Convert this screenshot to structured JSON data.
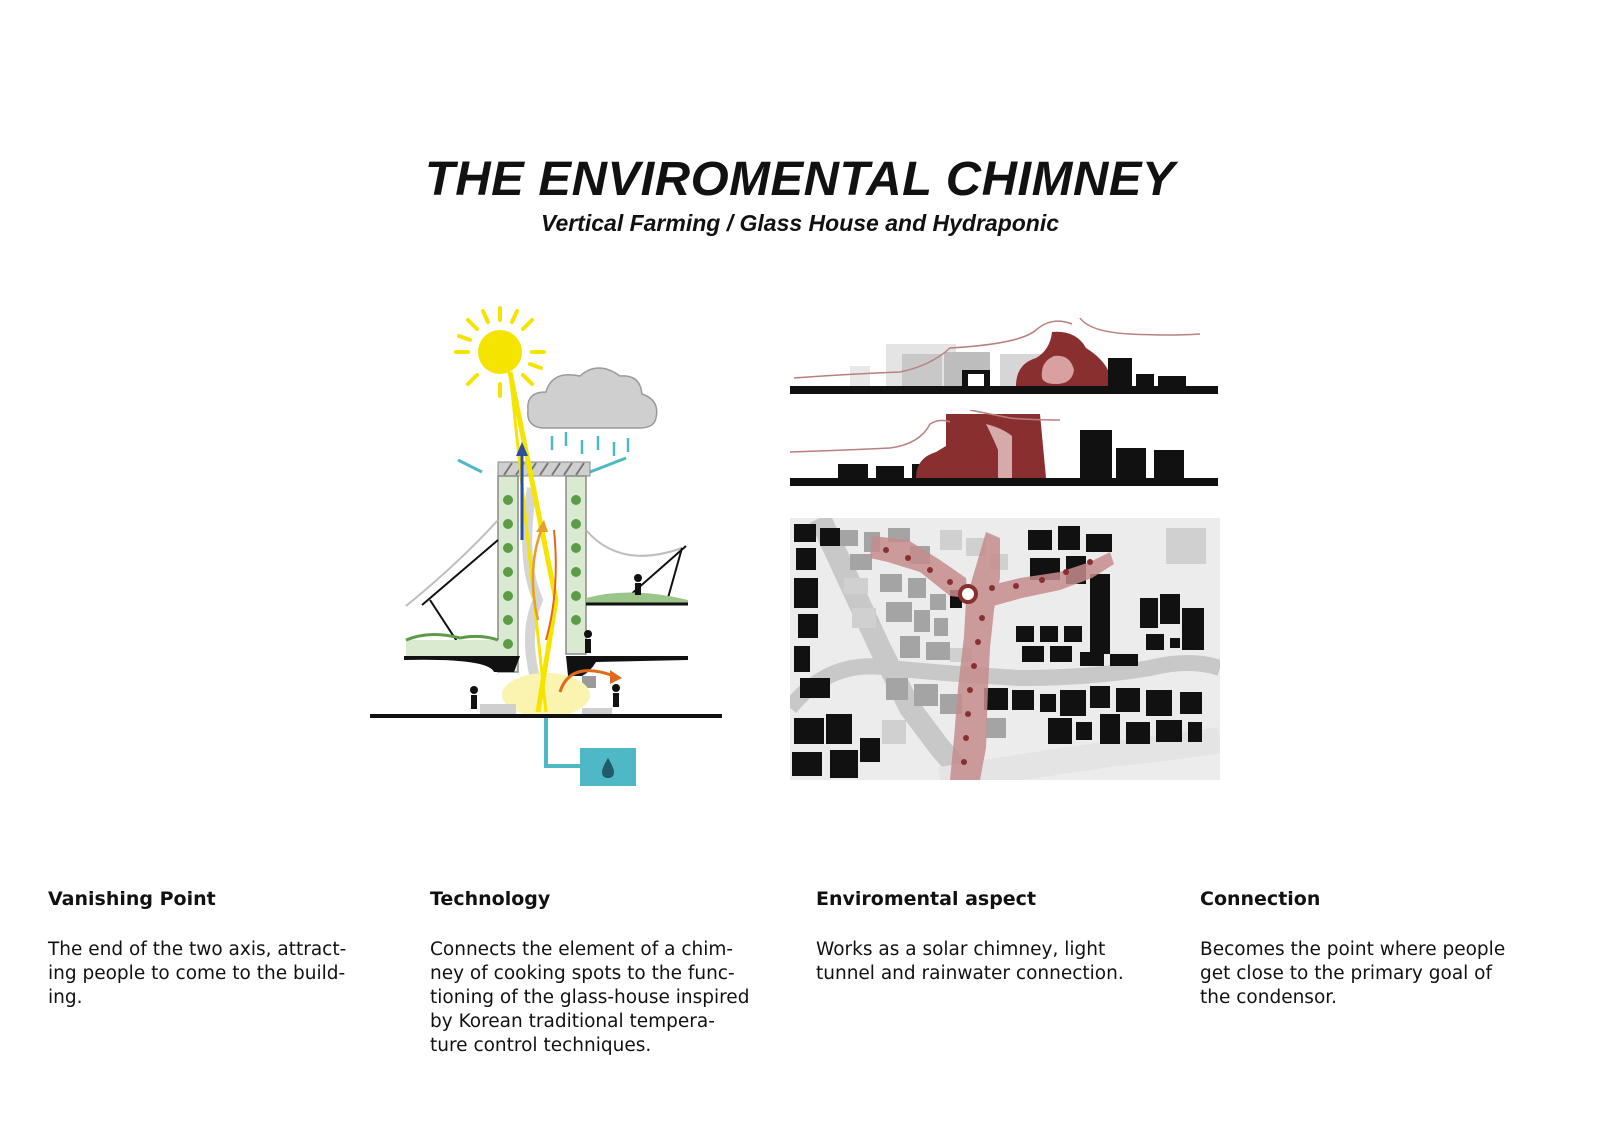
{
  "header": {
    "title": "THE ENVIROMENTAL CHIMNEY",
    "subtitle": "Vertical Farming / Glass House and Hydraponic"
  },
  "colors": {
    "sun": "#f5e400",
    "water": "#4fb8c6",
    "highlight": "#8a2f30",
    "greenery": "#5c9c48",
    "blue_arrow": "#2b4fa0",
    "orange_arrow": "#e06a1c"
  },
  "icons": [
    "sun-icon",
    "cloud-icon",
    "rain-icon",
    "water-drop-icon",
    "person-icon"
  ],
  "columns": [
    {
      "heading": "Vanishing Point",
      "lines": [
        "The end of the two axis, attract-",
        "ing people to come to the build-",
        "ing."
      ]
    },
    {
      "heading": "Technology",
      "lines": [
        "Connects the element of a chim-",
        "ney of cooking spots to the func-",
        "tioning of the glass-house inspired",
        "by Korean traditional tempera-",
        "ture control techniques."
      ]
    },
    {
      "heading": "Enviromental aspect",
      "lines": [
        "Works as a solar chimney, light",
        "tunnel and rainwater connection."
      ]
    },
    {
      "heading": "Connection",
      "lines": [
        "Becomes the point where people",
        "get close to the primary goal of",
        "the condensor."
      ]
    }
  ]
}
